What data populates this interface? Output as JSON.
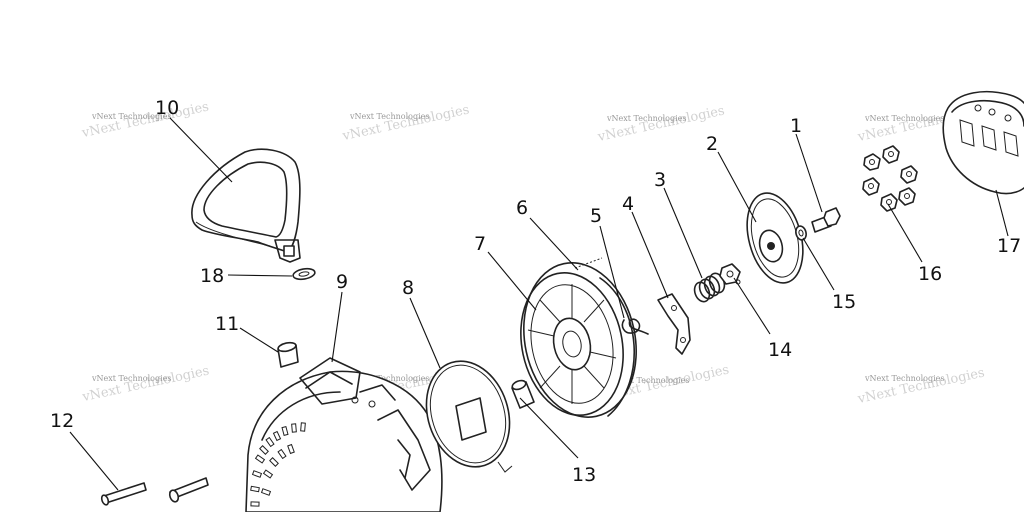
{
  "callouts": {
    "c1": "1",
    "c2": "2",
    "c3": "3",
    "c4": "4",
    "c5": "5",
    "c6": "6",
    "c7": "7",
    "c8": "8",
    "c9": "9",
    "c10": "10",
    "c11": "11",
    "c12": "12",
    "c13": "13",
    "c14": "14",
    "c15": "15",
    "c16": "16",
    "c17": "17",
    "c18": "18"
  },
  "watermark": {
    "text": "vNext Technologies"
  },
  "colors": {
    "line": "#222222",
    "watermark": "#9a9a9a",
    "background": "#ffffff"
  }
}
